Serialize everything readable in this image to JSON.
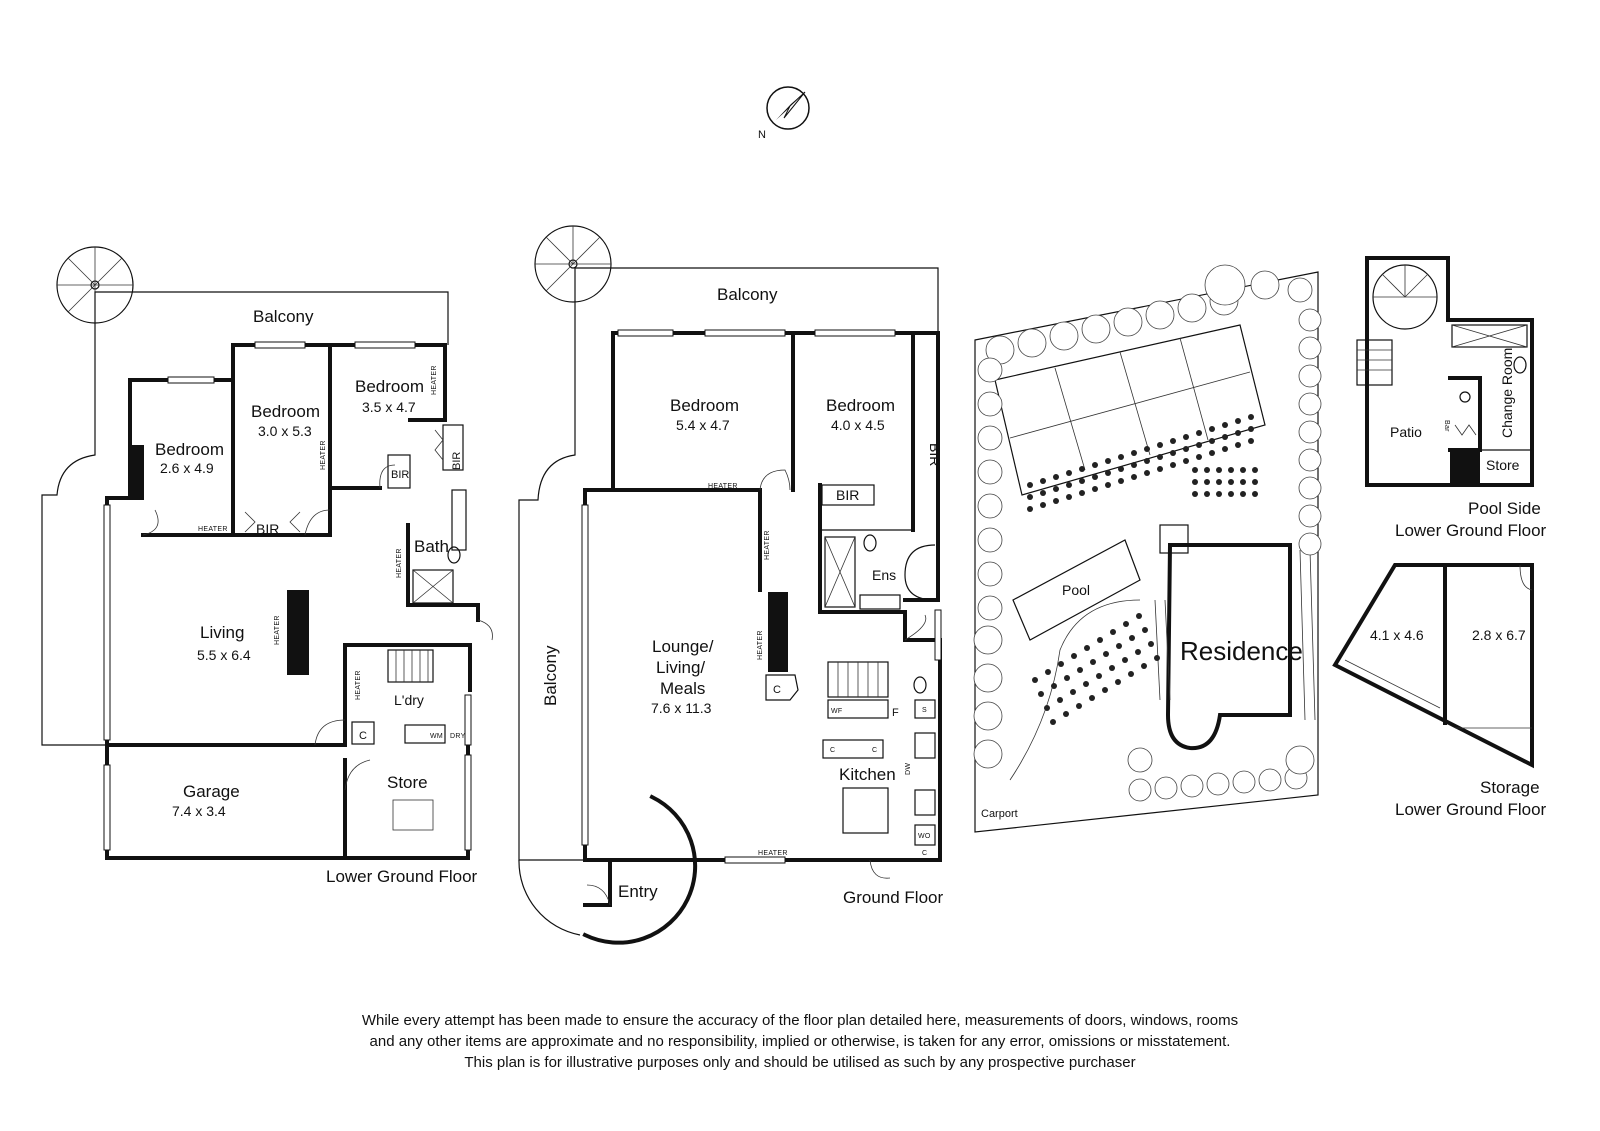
{
  "compass": {
    "north_label": "N"
  },
  "lower_ground": {
    "caption": "Lower Ground Floor",
    "balcony": "Balcony",
    "bedroom_a": {
      "name": "Bedroom",
      "dim": "2.6 x 4.9"
    },
    "bedroom_b": {
      "name": "Bedroom",
      "dim": "3.0 x 5.3"
    },
    "bedroom_c": {
      "name": "Bedroom",
      "dim": "3.5 x 4.7"
    },
    "bir": "BIR",
    "bath": "Bath",
    "living": {
      "name": "Living",
      "dim": "5.5 x 6.4"
    },
    "laundry": "L'dry",
    "garage": {
      "name": "Garage",
      "dim": "7.4 x 3.4"
    },
    "store": "Store",
    "heater": "HEATER",
    "cupboard": "C",
    "wm": "WM",
    "dry": "DRY"
  },
  "ground": {
    "caption": "Ground Floor",
    "balcony_top": "Balcony",
    "balcony_side": "Balcony",
    "bedroom_a": {
      "name": "Bedroom",
      "dim": "5.4 x 4.7"
    },
    "bedroom_b": {
      "name": "Bedroom",
      "dim": "4.0 x 4.5"
    },
    "bir": "BIR",
    "ens": "Ens",
    "lounge": {
      "line1": "Lounge/",
      "line2": "Living/",
      "line3": "Meals",
      "dim": "7.6 x 11.3"
    },
    "kitchen": "Kitchen",
    "entry": "Entry",
    "heater": "HEATER",
    "cupboard": "C",
    "fridge": "F",
    "sink": "S",
    "dw": "DW",
    "wo": "WO",
    "wf": "WF"
  },
  "site": {
    "pool": "Pool",
    "residence": "Residence",
    "carport": "Carport"
  },
  "pool_side": {
    "caption_line1": "Pool Side",
    "caption_line2": "Lower Ground Floor",
    "patio": "Patio",
    "change_room": "Change Room",
    "bar": "Bar",
    "store": "Store"
  },
  "storage": {
    "caption_line1": "Storage",
    "caption_line2": "Lower Ground Floor",
    "room_a_dim": "4.1 x 4.6",
    "room_b_dim": "2.8 x 6.7"
  },
  "disclaimer": {
    "line1": "While every attempt has been made to ensure the accuracy of the floor plan detailed here, measurements of doors, windows, rooms",
    "line2": "and any other items are approximate and no responsibility, implied or otherwise, is taken for any error, omissions or misstatement.",
    "line3": "This plan is for illustrative purposes only and should be utilised as such by any prospective purchaser"
  }
}
